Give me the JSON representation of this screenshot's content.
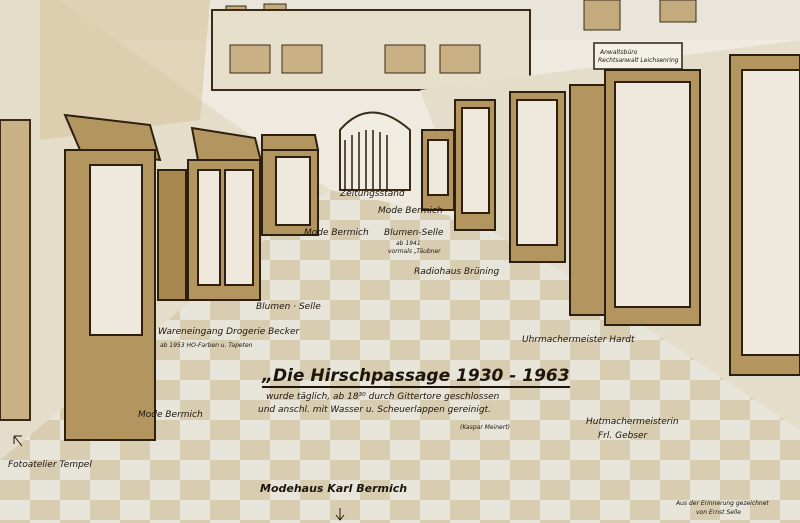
{
  "colors": {
    "paper": "#eeeae0",
    "sepia": "#a88c5c",
    "dark": "#6b5230",
    "floor_light": "#e6e3d8",
    "floor_dark": "#c9b894"
  },
  "labels": {
    "zeitungsstand": "Zeitungsstand",
    "mode_bermich_back": "Mode Bermich",
    "mode_bermich_mid": "Mode Bermich",
    "blumen_selle_right": "Blumen-Selle",
    "blumen_selle_note1": "ab 1941",
    "blumen_selle_note2": "vormals „Täubner",
    "radiohaus": "Radiohaus Brüning",
    "blumen_selle_left": "Blumen · Selle",
    "drogerie": "Wareneingang Drogerie Becker",
    "drogerie_note": "ab 1953 HO-Farben u. Tapeten",
    "uhrmacher": "Uhrmachermeister Hardt",
    "mode_bermich_front": "Mode Bermich",
    "hutmacher1": "Hutmachermeisterin",
    "hutmacher2": "Frl. Gebser",
    "fotoatelier": "Fotoatelier Tempel",
    "modehaus": "Modehaus Karl Bermich",
    "anwalt1": "Anwaltsbüro",
    "anwalt2": "Rechtsanwalt Leichsenring",
    "credit1": "Aus der Erinnerung gezeichnet",
    "credit2": "von Ernst Selle"
  },
  "caption": {
    "title": "„Die Hirschpassage 1930 - 1963",
    "line1": "wurde täglich, ab 18³⁰ durch Gittertore geschlossen",
    "line2": "und anschl. mit Wasser u. Scheuerlappen gereinigt.",
    "source": "(Kaspar Meinert)"
  }
}
